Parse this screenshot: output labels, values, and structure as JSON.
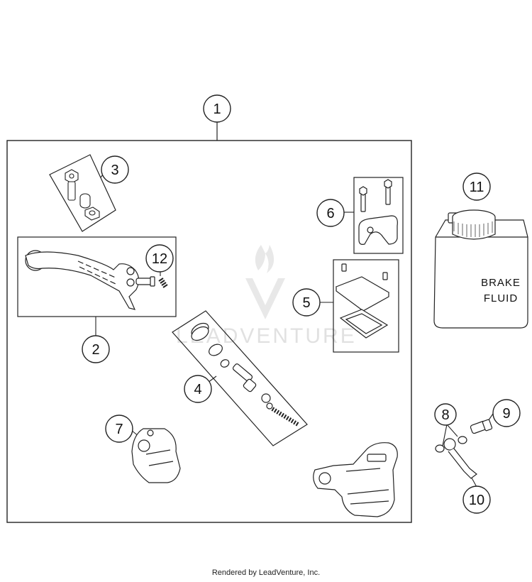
{
  "diagram": {
    "callouts": [
      "1",
      "2",
      "3",
      "4",
      "5",
      "6",
      "7",
      "8",
      "9",
      "10",
      "11",
      "12"
    ],
    "fluid_label": {
      "line1": "BRAKE",
      "line2": "FLUID"
    }
  },
  "watermark": {
    "text": "LEADVENTURE"
  },
  "footer": {
    "credit": "Rendered by LeadVenture, Inc."
  }
}
